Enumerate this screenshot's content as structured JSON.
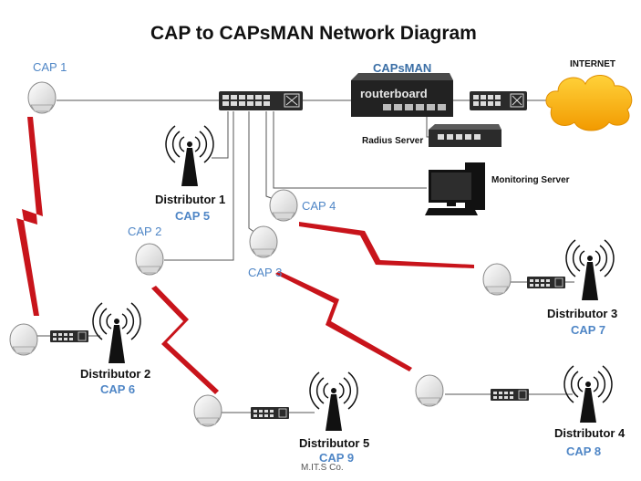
{
  "title": "CAP to CAPsMAN Network Diagram",
  "nodes": {
    "cap1": "CAP 1",
    "cap2": "CAP 2",
    "cap3": "CAP 3",
    "cap4": "CAP 4",
    "capsman": "CAPsMAN",
    "internet": "INTERNET",
    "radius": "Radius Server",
    "monitoring": "Monitoring Server",
    "distributor1": "Distributor 1",
    "cap5": "CAP 5",
    "distributor2": "Distributor 2",
    "cap6": "CAP 6",
    "distributor3": "Distributor 3",
    "cap7": "CAP 7",
    "distributor4": "Distributor 4",
    "cap8": "CAP 8",
    "distributor5": "Distributor 5",
    "cap9": "CAP 9",
    "routerboard": "routerboard"
  },
  "footer": "M.IT.S Co.",
  "colors": {
    "wireless_link": "#c8141b",
    "cap_label": "#4f86c6",
    "cloud": "#f7b500"
  }
}
